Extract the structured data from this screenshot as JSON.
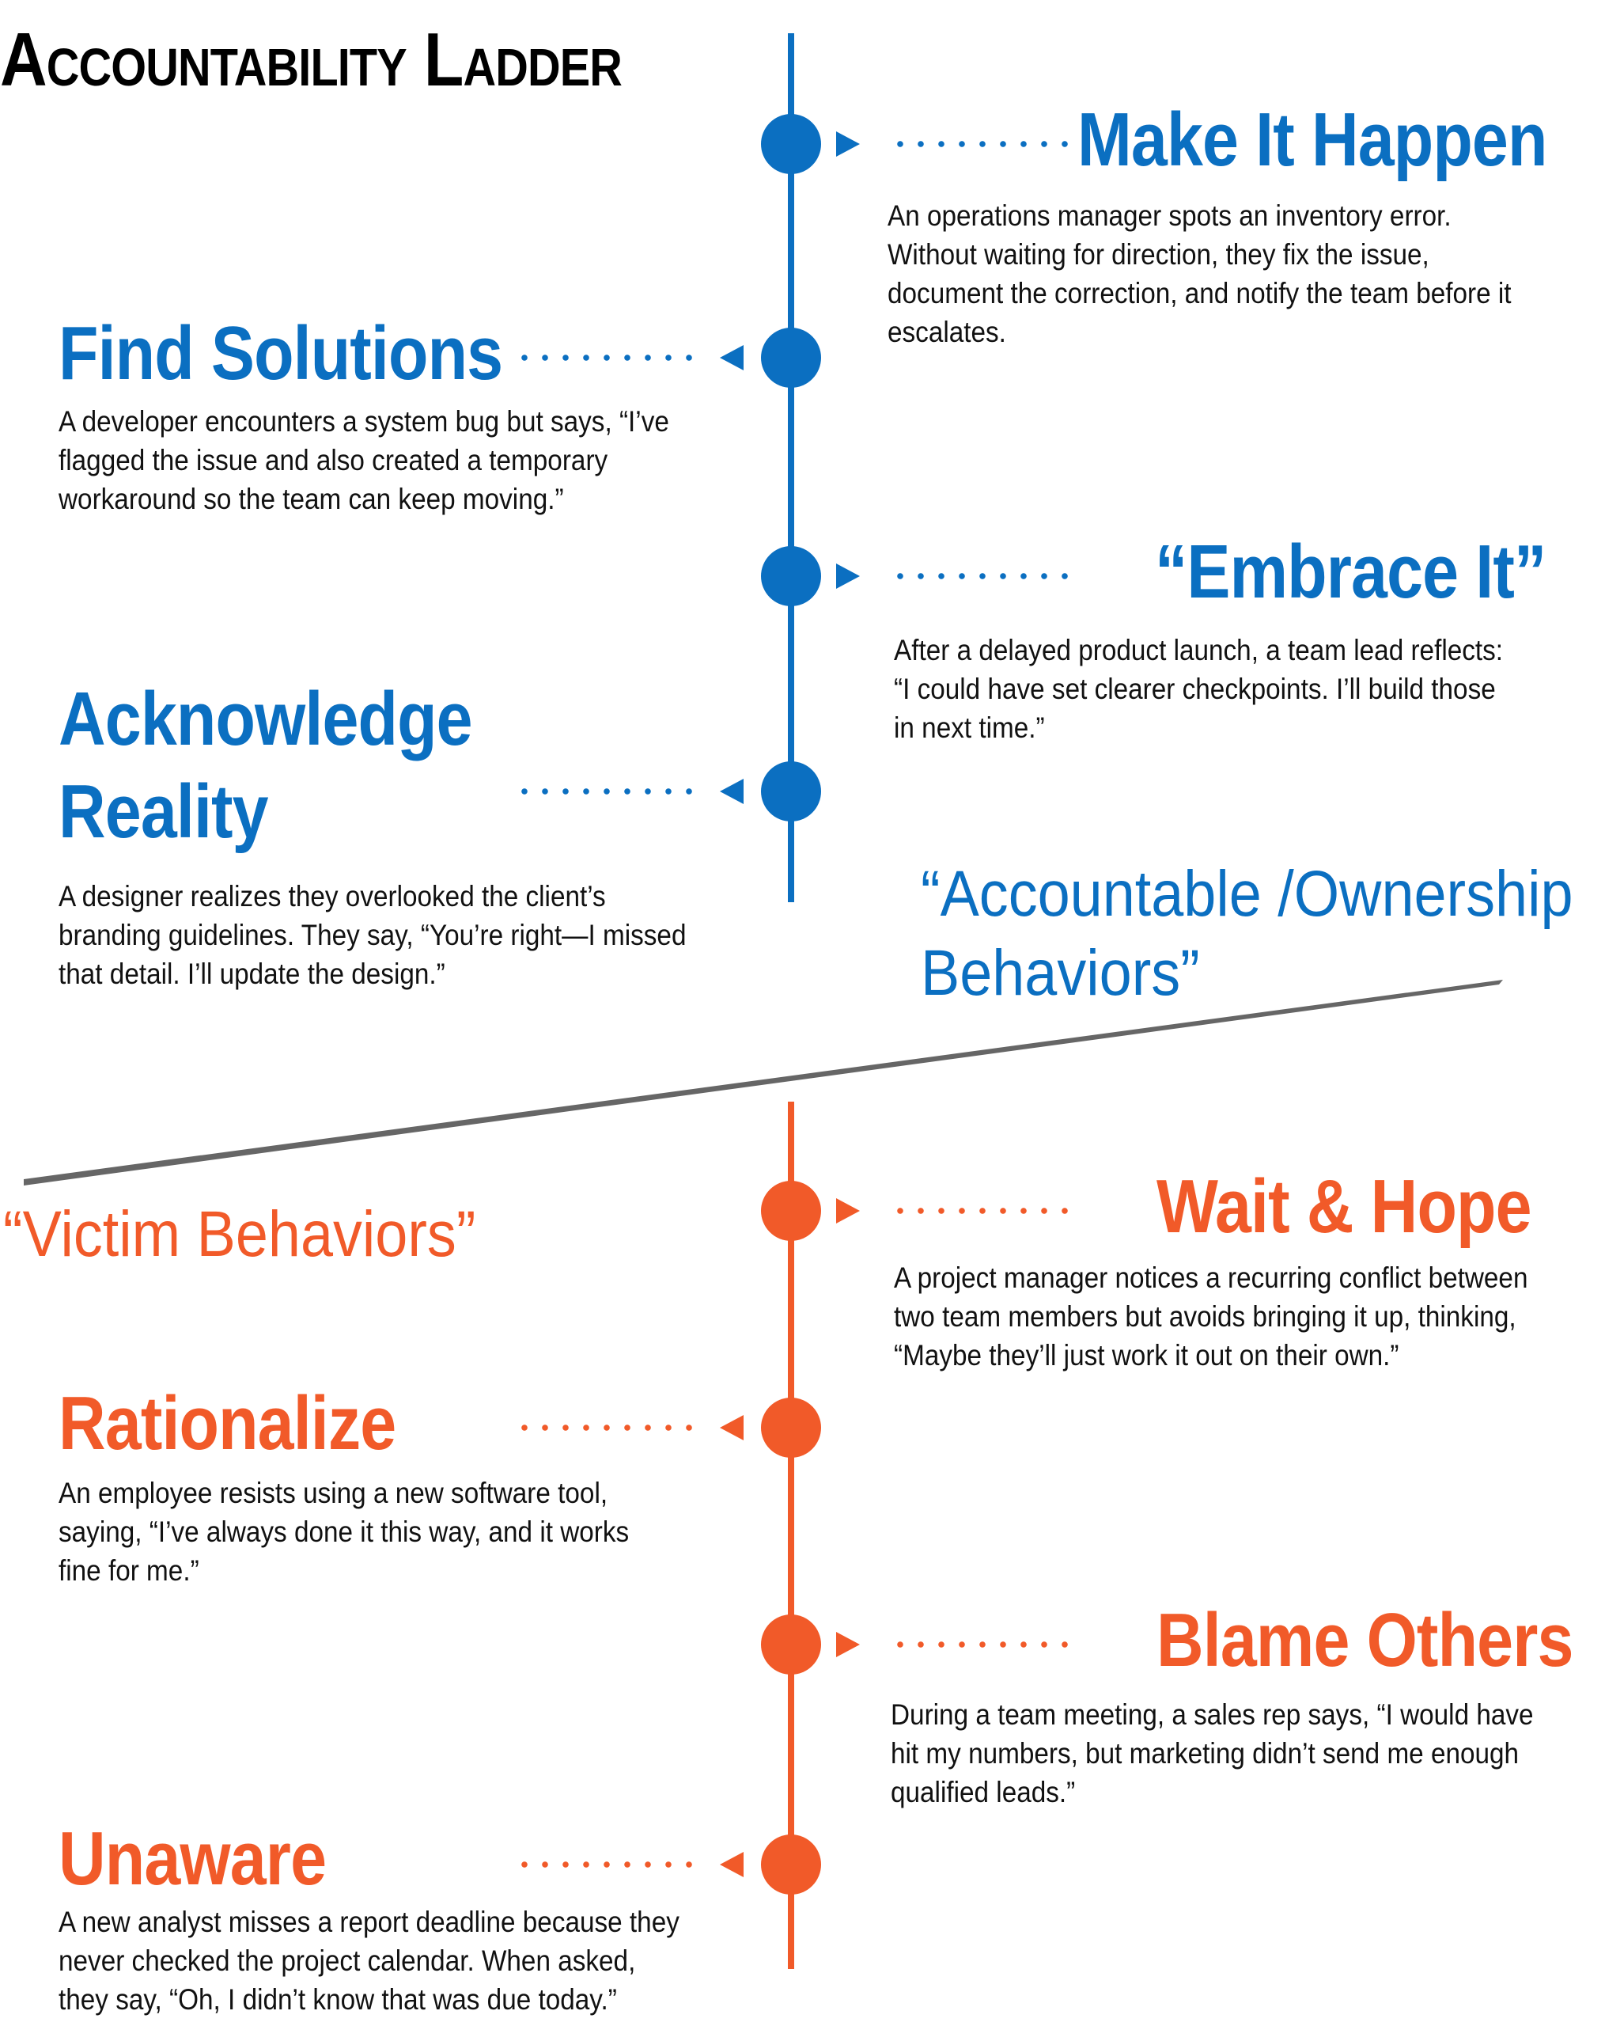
{
  "title": "Accountability Ladder",
  "colors": {
    "accountable": "#0b6fc1",
    "victim": "#f15a29",
    "divider": "#666666",
    "text": "#111111"
  },
  "accountable_label": "“Accountable /Ownership Behaviors”",
  "victim_label": "“Victim Behaviors”",
  "accountable_steps": [
    {
      "heading": "Make It Happen",
      "description": "An operations manager spots an inventory error. Without waiting for direction, they fix the issue, document the correction, and notify the team before it escalates."
    },
    {
      "heading": "Find Solutions",
      "description": "A developer encounters a system bug but says, “I’ve flagged the issue and also created a temporary workaround so the team can keep moving.”"
    },
    {
      "heading": "“Embrace It”",
      "description": "After a delayed product launch, a team lead reflects: “I could have set clearer checkpoints. I’ll build those in next time.”"
    },
    {
      "heading": "Acknowledge Reality",
      "description": "A designer realizes they overlooked the client’s branding guidelines. They say, “You’re right—I missed that detail. I’ll update the design.”"
    }
  ],
  "victim_steps": [
    {
      "heading": "Wait & Hope",
      "description": "A project manager notices a recurring conflict between two team members but avoids bringing it up, thinking, “Maybe they’ll just work it out on their own.”"
    },
    {
      "heading": "Rationalize",
      "description": "An employee resists using a new software tool, saying, “I’ve always done it this way, and it works fine for me.”"
    },
    {
      "heading": "Blame Others",
      "description": "During a team meeting, a sales rep says, “I would have hit my numbers, but marketing didn’t send me enough qualified leads.”"
    },
    {
      "heading": "Unaware",
      "description": "A new analyst misses a report deadline because they never checked the project calendar. When asked, they say, “Oh, I didn’t know that was due today.”"
    }
  ]
}
